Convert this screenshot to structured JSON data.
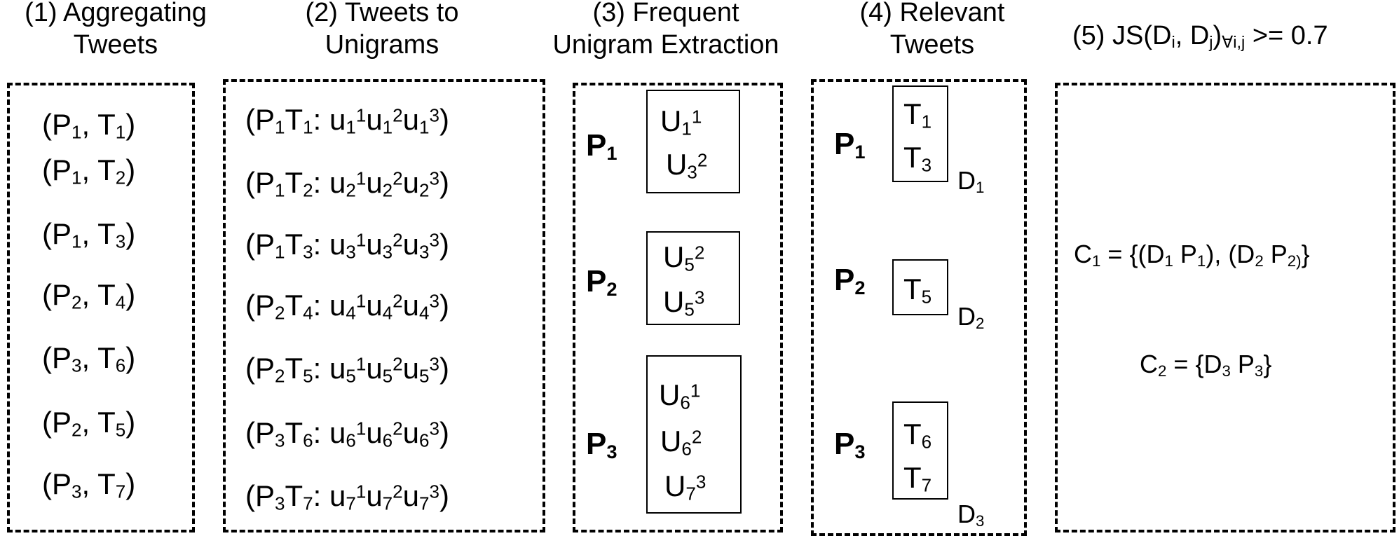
{
  "stages": [
    {
      "number": "(1)",
      "title_line1": "Aggregating",
      "title_line2": "Tweets"
    },
    {
      "number": "(2)",
      "title_line1": "Tweets to",
      "title_line2": "Unigrams"
    },
    {
      "number": "(3)",
      "title_line1": "Frequent",
      "title_line2": "Unigram Extraction"
    },
    {
      "number": "(4)",
      "title_line1": "Relevant",
      "title_line2": "Tweets"
    },
    {
      "number": "(5)",
      "title_prefix": "JS(D",
      "title_i": "i",
      "title_mid": ", D",
      "title_j": "j",
      "title_close": ")",
      "title_sub": "∀i,j",
      "title_suffix": " >= 0.7"
    }
  ],
  "pairs": [
    {
      "p": "1",
      "t": "1"
    },
    {
      "p": "1",
      "t": "2"
    },
    {
      "p": "1",
      "t": "3"
    },
    {
      "p": "2",
      "t": "4"
    },
    {
      "p": "3",
      "t": "6"
    },
    {
      "p": "2",
      "t": "5"
    },
    {
      "p": "3",
      "t": "7"
    }
  ],
  "unigram_rows": [
    {
      "p": "1",
      "t": "1",
      "u": "1"
    },
    {
      "p": "1",
      "t": "2",
      "u": "2"
    },
    {
      "p": "1",
      "t": "3",
      "u": "3"
    },
    {
      "p": "2",
      "t": "4",
      "u": "4"
    },
    {
      "p": "2",
      "t": "5",
      "u": "5"
    },
    {
      "p": "3",
      "t": "6",
      "u": "6"
    },
    {
      "p": "3",
      "t": "7",
      "u": "7"
    }
  ],
  "sup_indices": [
    "1",
    "2",
    "3"
  ],
  "frequent": [
    {
      "p": "1",
      "items": [
        {
          "sub": "1",
          "sup": "1"
        },
        {
          "sub": "3",
          "sup": "2"
        }
      ]
    },
    {
      "p": "2",
      "items": [
        {
          "sub": "5",
          "sup": "2"
        },
        {
          "sub": "5",
          "sup": "3"
        }
      ]
    },
    {
      "p": "3",
      "items": [
        {
          "sub": "6",
          "sup": "1"
        },
        {
          "sub": "6",
          "sup": "2"
        },
        {
          "sub": "7",
          "sup": "3"
        }
      ]
    }
  ],
  "relevant": [
    {
      "p": "1",
      "tweets": [
        "1",
        "3"
      ],
      "d": "1"
    },
    {
      "p": "2",
      "tweets": [
        "5"
      ],
      "d": "2"
    },
    {
      "p": "3",
      "tweets": [
        "6",
        "7"
      ],
      "d": "3"
    }
  ],
  "clusters": {
    "c1_label": "1",
    "c1_eq": " = {(D",
    "c1_d1": "1",
    "c1_p1_pre": " P",
    "c1_p1": "1",
    "c1_mid": "), (D",
    "c1_d2": "2",
    "c1_p2_pre": " P",
    "c1_p2": "2)",
    "c1_end": "}",
    "c2_label": "2",
    "c2_eq": " = {D",
    "c2_d3": "3",
    "c2_p_pre": " P",
    "c2_p3": "3",
    "c2_end": "}"
  },
  "letters": {
    "P": "P",
    "T": "T",
    "U": "U",
    "u": "u",
    "D": "D",
    "C": "C"
  }
}
